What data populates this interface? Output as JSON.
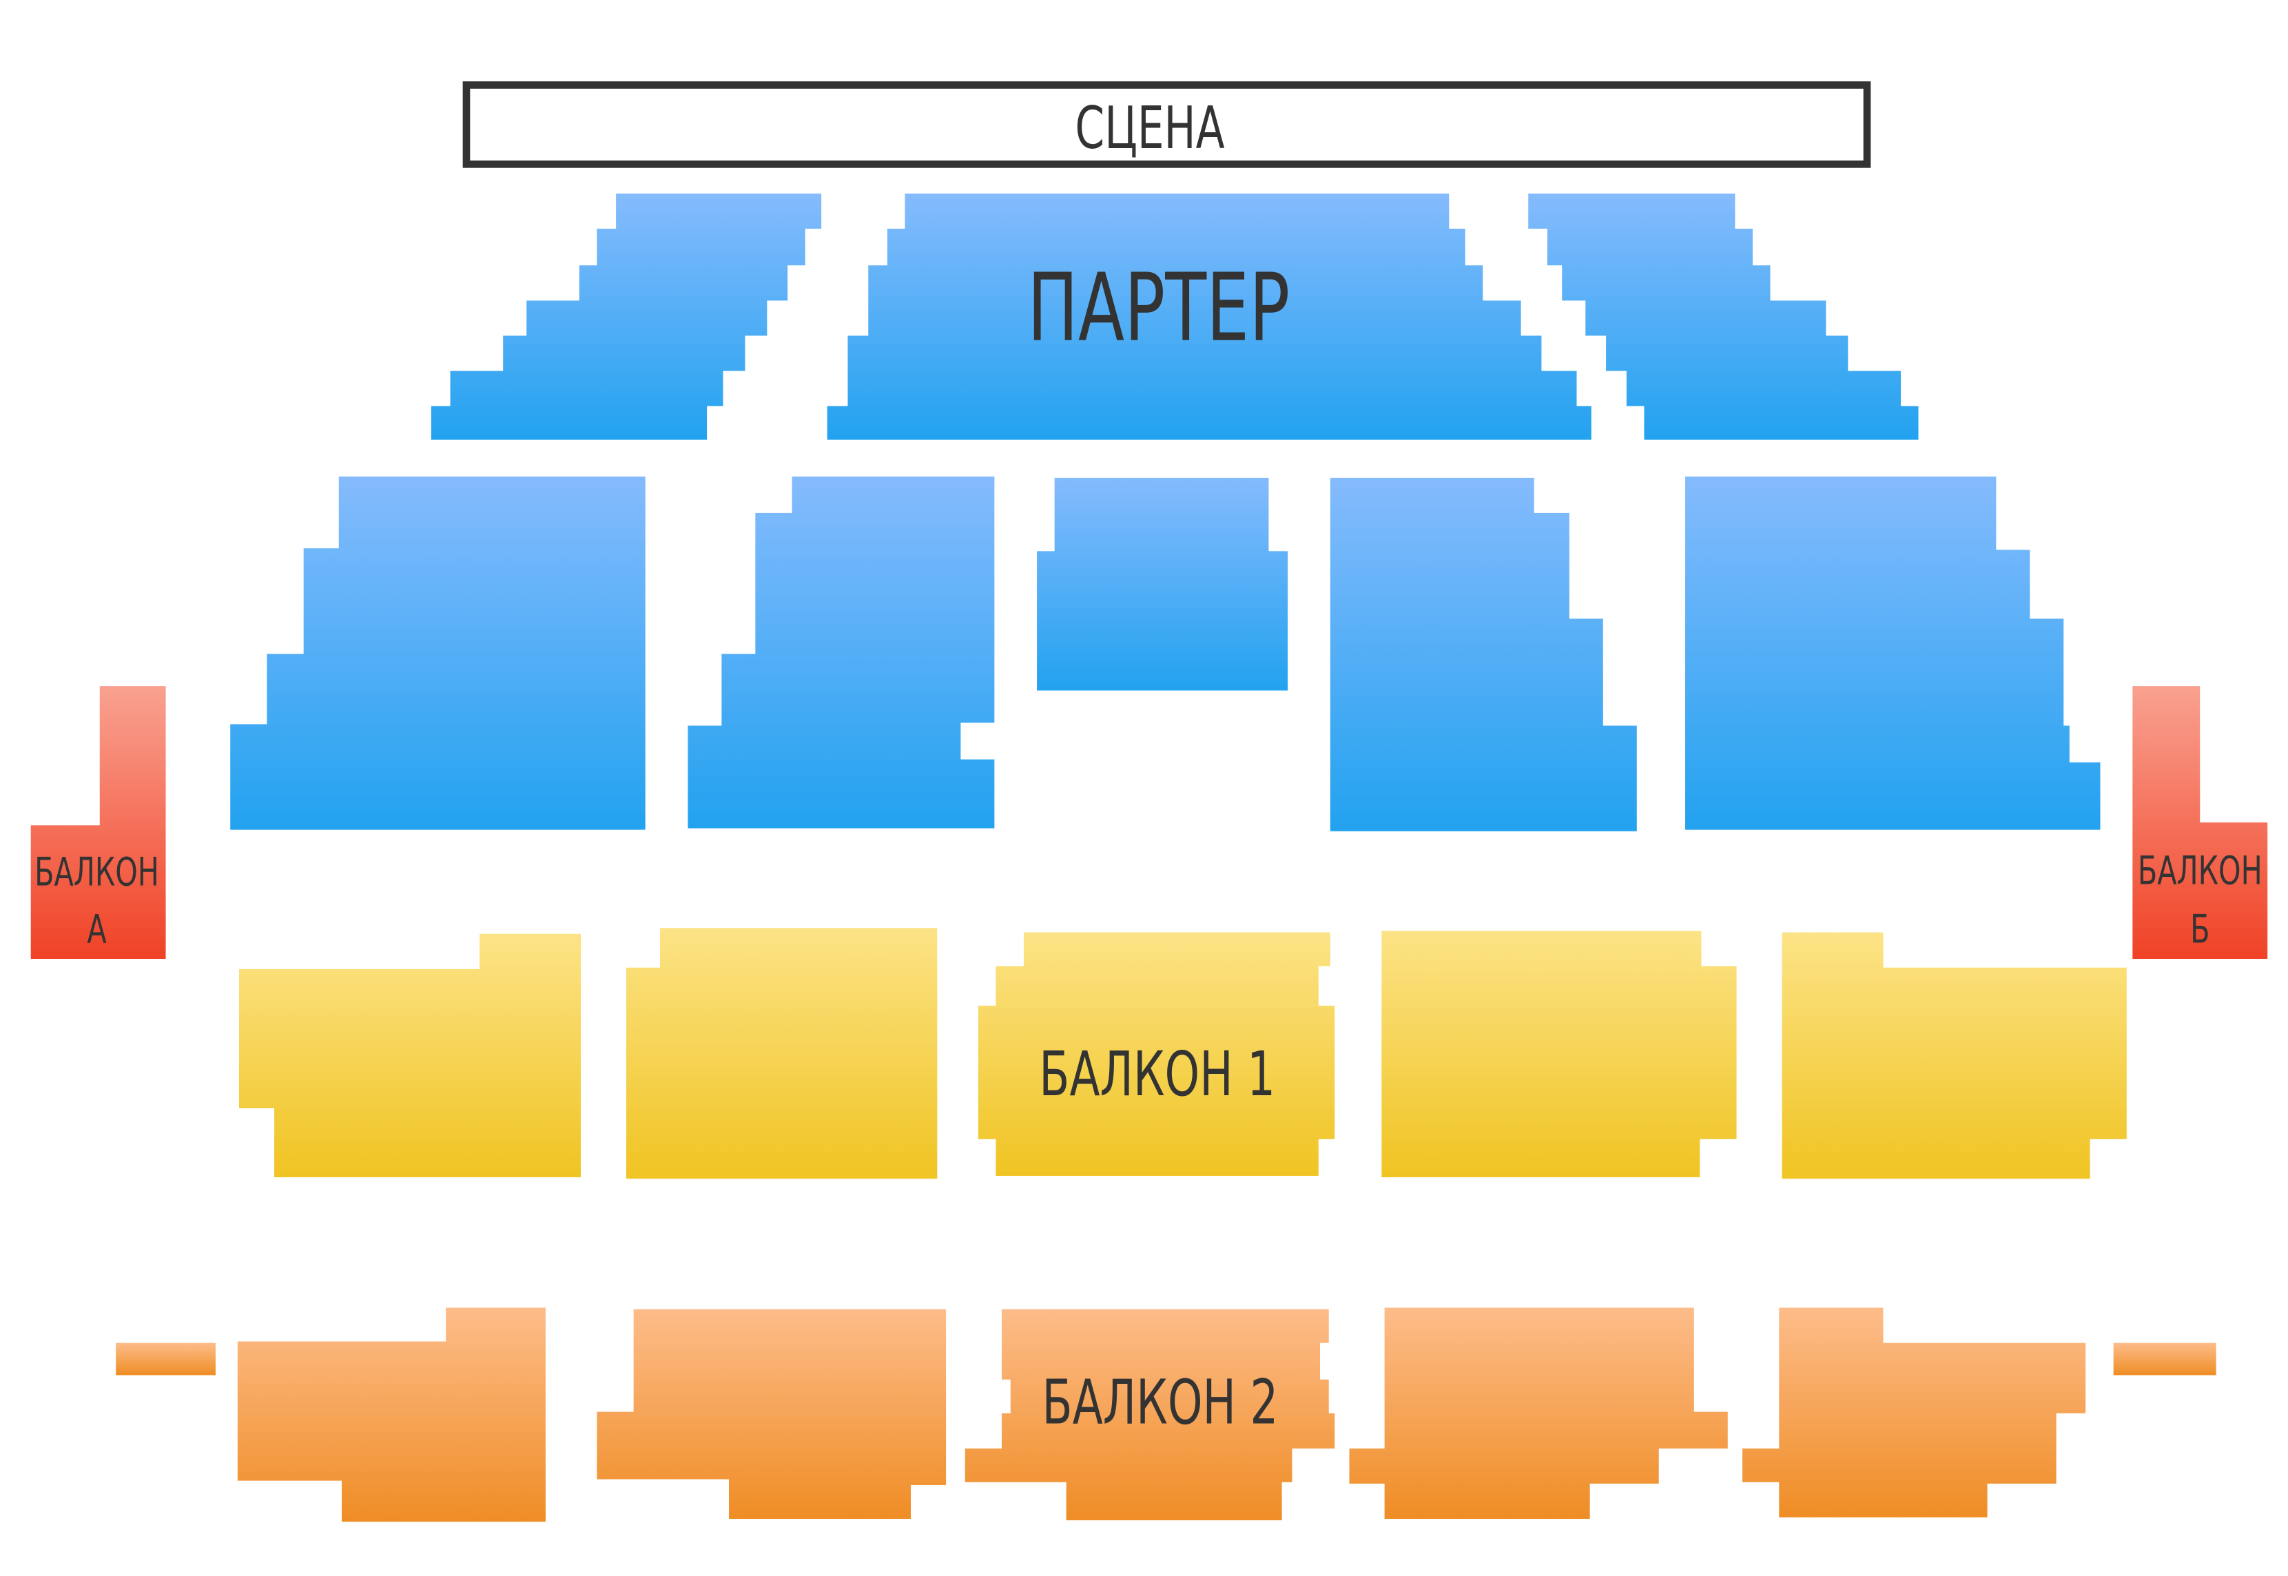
{
  "stage": {
    "label": "СЦЕНА"
  },
  "parterre": {
    "label": "ПАРТЕР"
  },
  "balcony_a": {
    "label_line1": "БАЛКОН",
    "label_line2": "А"
  },
  "balcony_b": {
    "label_line1": "БАЛКОН",
    "label_line2": "Б"
  },
  "balcony_1": {
    "label": "БАЛКОН 1"
  },
  "balcony_2": {
    "label": "БАЛКОН 2"
  },
  "colors": {
    "parterre_top": "#85BBFD",
    "parterre_bottom": "#22A2EF",
    "balcony_side_top": "#F9A190",
    "balcony_side_bottom": "#F04226",
    "balcony_1_top": "#FCE386",
    "balcony_1_bottom": "#F0C423",
    "balcony_2_top": "#FDBC8A",
    "balcony_2_bottom": "#EF8D25",
    "stage_border": "#333333",
    "text": "#333333"
  }
}
